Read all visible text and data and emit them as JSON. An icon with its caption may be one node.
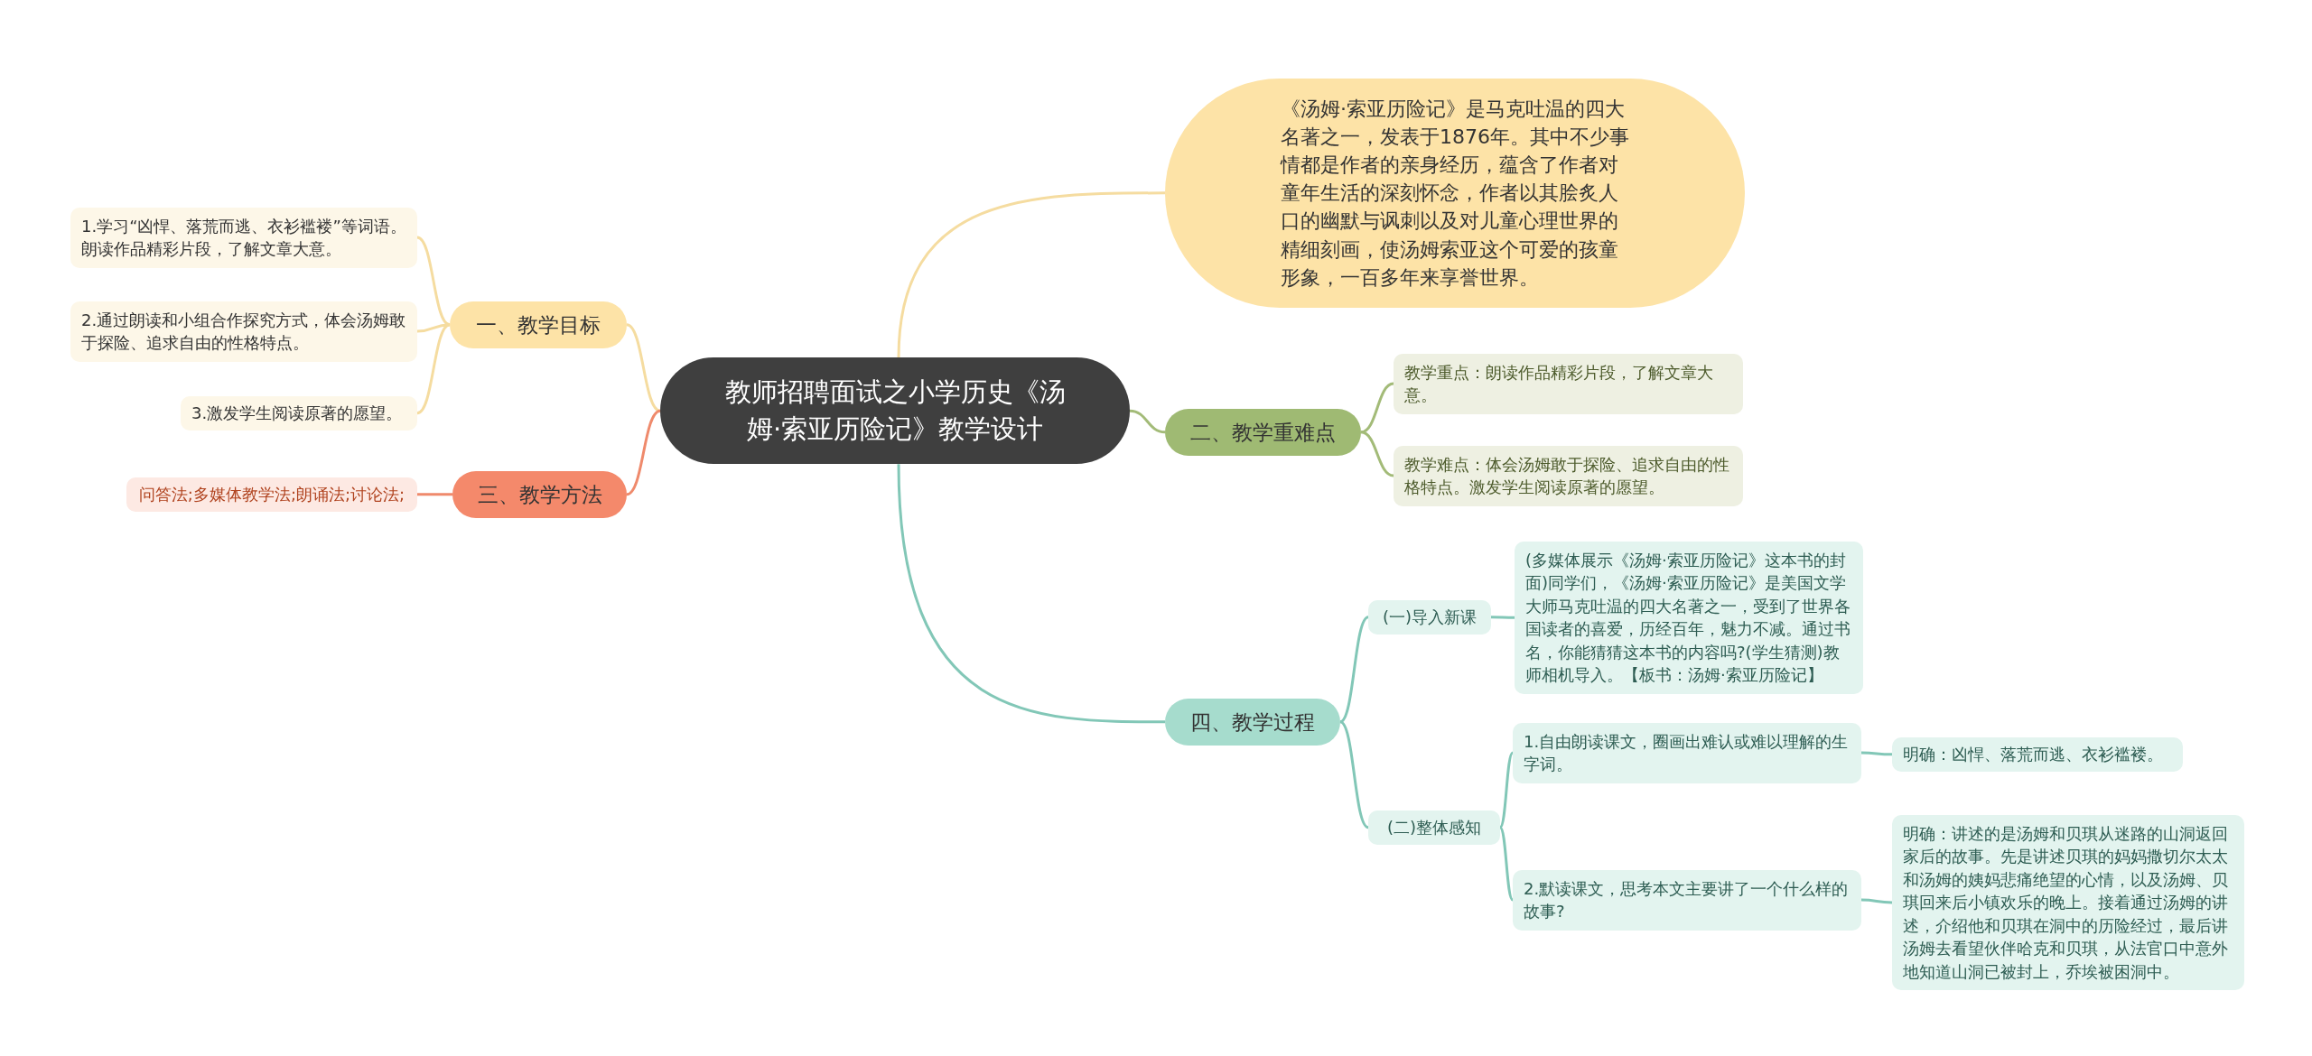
{
  "diagram": {
    "nodes": [
      {
        "text": [
          "教师招聘面试之小学历史《汤姆·索亚历险记》教学设计"
        ]
      },
      {
        "text": [
          "《汤姆·索亚历险记》是马克吐温的四大名著之一，发表于1876年。其中不少事情都是作者的亲身经历，蕴含了作者对童年生活的深刻怀念，作者以其脍炙人口的幽默与讽刺以及对儿童心理世界的精细刻画，使汤姆索亚这个可爱的孩童形象，一百多年来享誉世界。"
        ]
      },
      {
        "text": [
          "一、教学目标"
        ]
      },
      {
        "text": [
          "1.学习“凶悍、落荒而逃、衣衫褴褛”等词语。朗读作品精彩片段，了解文章大意。"
        ]
      },
      {
        "text": [
          "2.通过朗读和小组合作探究方式，体会汤姆敢于探险、追求自由的性格特点。"
        ]
      },
      {
        "text": [
          "3.激发学生阅读原著的愿望。"
        ]
      },
      {
        "text": [
          "二、教学重难点"
        ]
      },
      {
        "text": [
          "教学重点：朗读作品精彩片段，了解文章大意。"
        ]
      },
      {
        "text": [
          "教学难点：体会汤姆敢于探险、追求自由的性格特点。激发学生阅读原著的愿望。"
        ]
      },
      {
        "text": [
          "三、教学方法"
        ]
      },
      {
        "text": [
          "问答法;多媒体教学法;朗诵法;讨论法;"
        ]
      },
      {
        "text": [
          "四、教学过程"
        ]
      },
      {
        "text": [
          "(一)导入新课"
        ]
      },
      {
        "text": [
          "(多媒体展示《汤姆·索亚历险记》这本书的封面)同学们，《汤姆·索亚历险记》是美国文学大师马克吐温的四大名著之一，受到了世界各国读者的喜爱，历经百年，魅力不减。通过书名，你能猜猜这本书的内容吗?(学生猜测)教师相机导入。【板书：汤姆·索亚历险记】"
        ]
      },
      {
        "text": [
          "(二)整体感知"
        ]
      },
      {
        "text": [
          "1.自由朗读课文，圈画出难认或难以理解的生字词。"
        ]
      },
      {
        "text": [
          "明确：凶悍、落荒而逃、衣衫褴褛。"
        ]
      },
      {
        "text": [
          "2.默读课文，思考本文主要讲了一个什么样的故事?"
        ]
      },
      {
        "text": [
          "明确：讲述的是汤姆和贝琪从迷路的山洞返回家后的故事。先是讲述贝琪的妈妈撒切尔太太和汤姆的姨妈悲痛绝望的心情，以及汤姆、贝琪回来后小镇欢乐的晚上。接着通过汤姆的讲述，介绍他和贝琪在洞中的历险经过，最后讲汤姆去看望伙伴哈克和贝琪，从法官口中意外地知道山洞已被封上，乔埃被困洞中。"
        ]
      }
    ],
    "edges": [
      {
        "from": 0,
        "to": 1,
        "arrow": "none",
        "color": "#f5dca0"
      },
      {
        "from": 0,
        "to": 2,
        "arrow": "none",
        "color": "#f5dca0"
      },
      {
        "from": 2,
        "to": 3,
        "arrow": "none",
        "color": "#f5dca0"
      },
      {
        "from": 2,
        "to": 4,
        "arrow": "none",
        "color": "#f5dca0"
      },
      {
        "from": 2,
        "to": 5,
        "arrow": "none",
        "color": "#f5dca0"
      },
      {
        "from": 0,
        "to": 6,
        "arrow": "none",
        "color": "#a3bb78"
      },
      {
        "from": 6,
        "to": 7,
        "arrow": "none",
        "color": "#a3bb78"
      },
      {
        "from": 6,
        "to": 8,
        "arrow": "none",
        "color": "#a3bb78"
      },
      {
        "from": 0,
        "to": 9,
        "arrow": "none",
        "color": "#ef8a6c"
      },
      {
        "from": 9,
        "to": 10,
        "arrow": "none",
        "color": "#ef8a6c"
      },
      {
        "from": 0,
        "to": 11,
        "arrow": "none"
      },
      {
        "from": 11,
        "to": 12,
        "arrow": "none"
      },
      {
        "from": 12,
        "to": 13,
        "arrow": "none"
      },
      {
        "from": 11,
        "to": 14,
        "arrow": "none"
      },
      {
        "from": 14,
        "to": 15,
        "arrow": "none"
      },
      {
        "from": 15,
        "to": 16,
        "arrow": "none"
      },
      {
        "from": 14,
        "to": 17,
        "arrow": "none"
      },
      {
        "from": 17,
        "to": 18,
        "arrow": "none"
      }
    ]
  }
}
